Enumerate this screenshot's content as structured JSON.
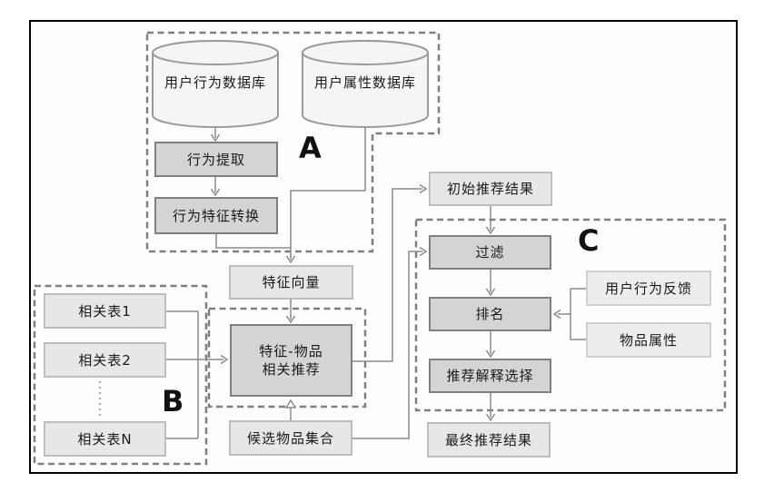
{
  "regions": {
    "a": {
      "label": "A"
    },
    "b": {
      "label": "B"
    },
    "c": {
      "label": "C"
    }
  },
  "nodes": {
    "db_behavior": {
      "label": "用户行为数据库"
    },
    "db_attribute": {
      "label": "用户属性数据库"
    },
    "extract": {
      "label": "行为提取"
    },
    "transform": {
      "label": "行为特征转换"
    },
    "feature_vector": {
      "label": "特征向量"
    },
    "feature_item": {
      "line1": "特征-物品",
      "line2": "相关推荐"
    },
    "table1": {
      "label": "相关表1"
    },
    "table2": {
      "label": "相关表2"
    },
    "tableN": {
      "label": "相关表N"
    },
    "candidate": {
      "label": "候选物品集合"
    },
    "initial": {
      "label": "初始推荐结果"
    },
    "filter": {
      "label": "过滤"
    },
    "rank": {
      "label": "排名"
    },
    "explain": {
      "label": "推荐解释选择"
    },
    "feedback": {
      "label": "用户行为反馈"
    },
    "item_attr": {
      "label": "物品属性"
    },
    "final": {
      "label": "最终推荐结果"
    }
  },
  "colors": {
    "frame": "#000000",
    "connector": "#8c8c8c",
    "dashed_region": "#7f7f7f",
    "box_dark_fill": "#d4d4d4",
    "box_dark_border": "#7f7f7f",
    "box_light_fill": "#e7e7e7",
    "box_light_border": "#bdbdbd",
    "cylinder_fill": "#f5f5f5",
    "cylinder_border": "#9a9a9a",
    "text": "#1a1a1a"
  }
}
